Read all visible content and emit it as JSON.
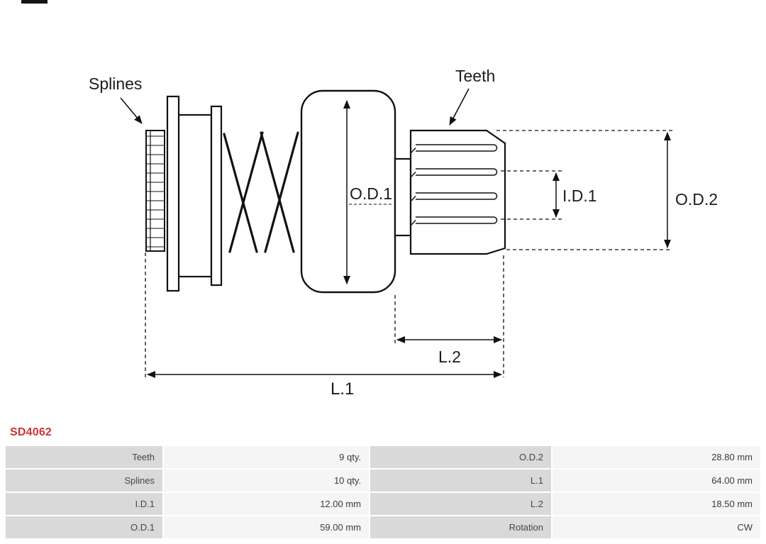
{
  "product": {
    "code": "SD4062",
    "code_color": "#cc3333"
  },
  "diagram": {
    "labels": {
      "splines": "Splines",
      "teeth": "Teeth",
      "od1": "O.D.1",
      "id1": "I.D.1",
      "od2": "O.D.2",
      "l1": "L.1",
      "l2": "L.2"
    },
    "line_color": "#111111"
  },
  "spec_table": {
    "rows": [
      {
        "label1": "Teeth",
        "value1": "9 qty.",
        "label2": "O.D.2",
        "value2": "28.80 mm"
      },
      {
        "label1": "Splines",
        "value1": "10 qty.",
        "label2": "L.1",
        "value2": "64.00 mm"
      },
      {
        "label1": "I.D.1",
        "value1": "12.00 mm",
        "label2": "L.2",
        "value2": "18.50 mm"
      },
      {
        "label1": "O.D.1",
        "value1": "59.00 mm",
        "label2": "Rotation",
        "value2": "CW"
      }
    ]
  }
}
